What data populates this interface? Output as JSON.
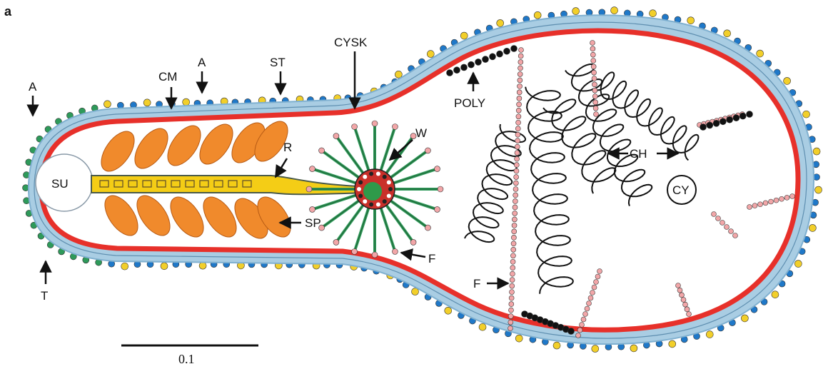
{
  "panel_label": "a",
  "labels": {
    "A_left": "A",
    "CM": "CM",
    "A_top": "A",
    "ST": "ST",
    "CYSK": "CYSK",
    "POLY": "POLY",
    "SU": "SU",
    "R": "R",
    "W": "W",
    "SP": "SP",
    "F_mid": "F",
    "CH": "CH",
    "CY": "CY",
    "F_bottom": "F",
    "T": "T"
  },
  "scale_bar": {
    "value": "0.1"
  },
  "colors": {
    "membrane_outer": "#a9cde3",
    "membrane_inner": "#e7302a",
    "blue_knob": "#1f78c8",
    "yellow_knob": "#f2cf2a",
    "green_knob": "#2e9a5a",
    "orange_vesicle": "#f08a2c",
    "rod": "#f4cd16",
    "bead": "#f2a6a8",
    "black_bead": "#111111",
    "ink": "#111111"
  }
}
